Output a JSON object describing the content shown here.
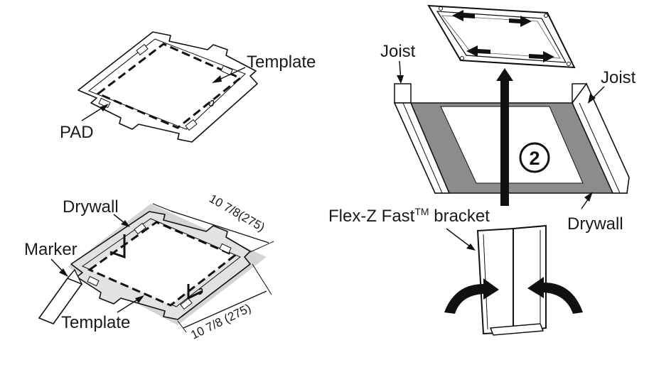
{
  "top_left": {
    "template_label": "Template",
    "pad_label": "PAD"
  },
  "bottom_left": {
    "drywall_label": "Drywall",
    "marker_label": "Marker",
    "template_label": "Template",
    "dimension_top": "10 7/8(275)",
    "dimension_bottom": "10 7/8 (275)"
  },
  "right": {
    "joist_left_label": "Joist",
    "joist_right_label": "Joist",
    "step_number": "2",
    "bracket_label_main": "Flex-Z Fast",
    "bracket_label_tm": "TM",
    "bracket_label_tail": " bracket",
    "drywall_label": "Drywall"
  },
  "colors": {
    "line": "#111111",
    "drywall_gray": "#8c8c8c",
    "light_gray": "#d4d4d4",
    "white": "#ffffff"
  }
}
